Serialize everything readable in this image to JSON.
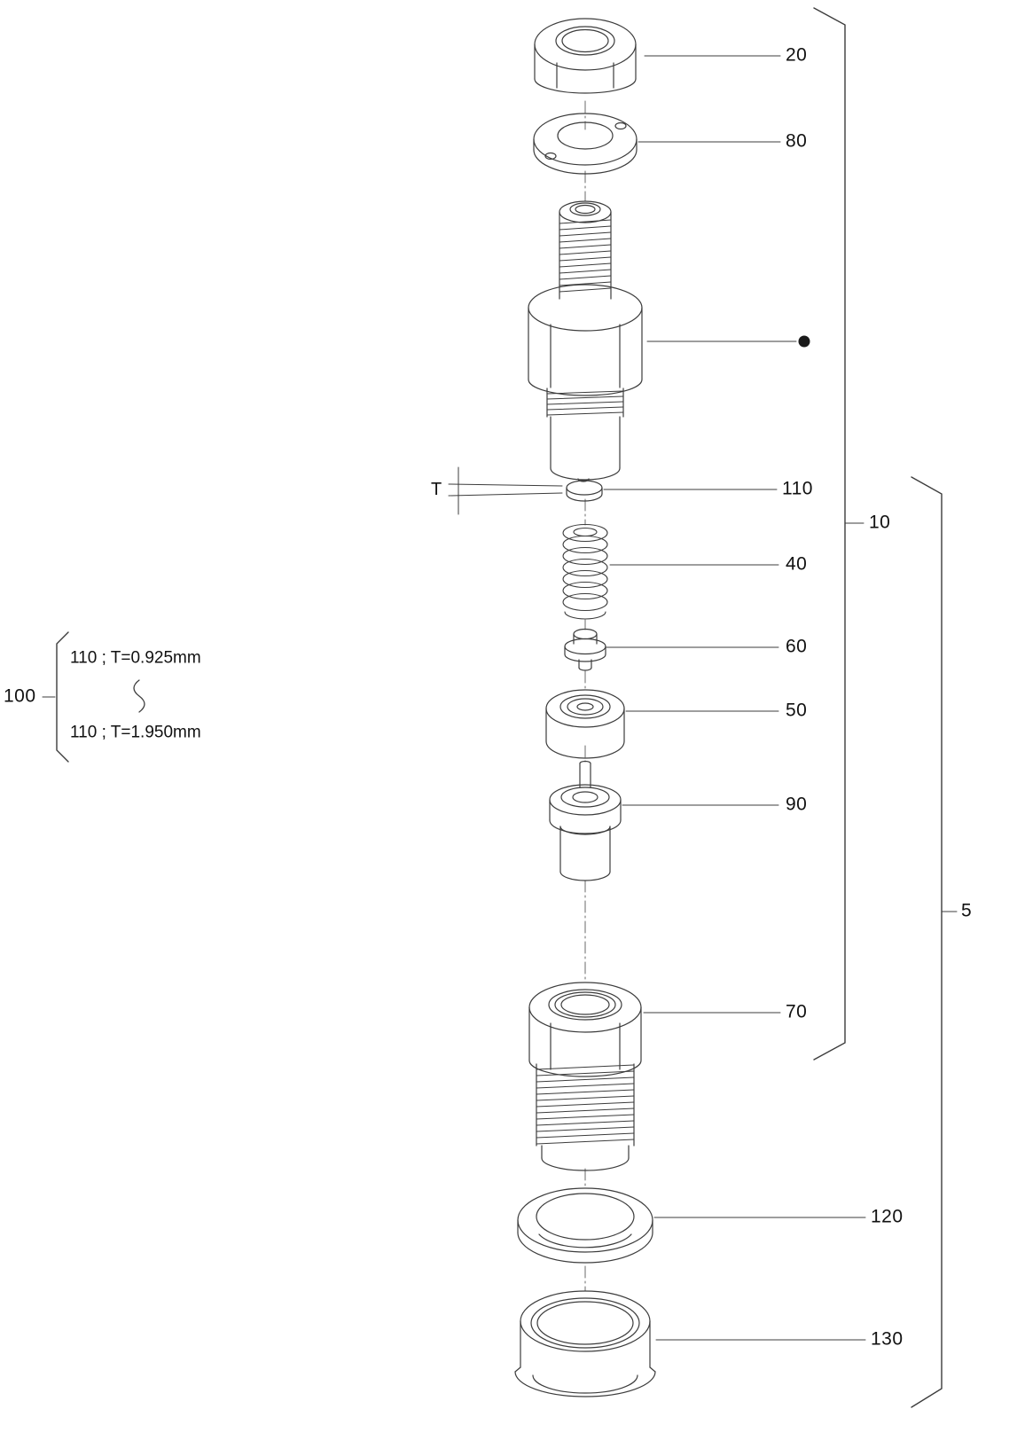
{
  "page": {
    "background": "#ffffff",
    "line_color": "#3c3c3c",
    "text_color": "#111111",
    "figure_type": "exploded-parts-diagram"
  },
  "callouts": {
    "c20": "20",
    "c80": "80",
    "c110": "110",
    "c40": "40",
    "c60": "60",
    "c50": "50",
    "c90": "90",
    "c70": "70",
    "c120": "120",
    "c130": "130"
  },
  "groups": {
    "g10": "10",
    "g5": "5",
    "g100": "100"
  },
  "dimension": {
    "t_label": "T"
  },
  "shim_note": {
    "line1": "110 ; T=0.925mm",
    "line2": "110 ; T=1.950mm"
  }
}
